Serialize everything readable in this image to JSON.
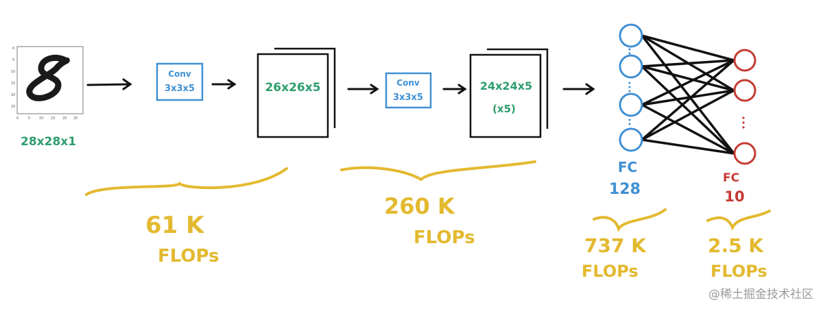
{
  "colors": {
    "green": "#2e9d6e",
    "blue": "#3f8fd2",
    "red": "#c43a32",
    "yellow": "#e3b92f",
    "ink": "#111111"
  },
  "input": {
    "label": "28x28x1",
    "axis_ticks_y": [
      "0",
      "5",
      "10",
      "15",
      "20",
      "25"
    ],
    "axis_ticks_x": [
      "0",
      "5",
      "10",
      "15",
      "20",
      "25"
    ]
  },
  "conv1": {
    "line1": "Conv",
    "line2": "3x3x5"
  },
  "feature1": {
    "label": "26x26x5"
  },
  "conv2": {
    "line1": "Conv",
    "line2": "3x3x5"
  },
  "feature2": {
    "label": "24x24x5",
    "sublabel": "(x5)"
  },
  "fc1": {
    "line1": "FC",
    "line2": "128"
  },
  "fc2": {
    "line1": "FC",
    "line2": "10"
  },
  "flops": {
    "conv1_value": "61 K",
    "conv1_unit": "FLOPs",
    "conv2_value": "260 K",
    "conv2_unit": "FLOPs",
    "fc1_value": "737 K",
    "fc1_unit": "FLOPs",
    "fc2_value": "2.5 K",
    "fc2_unit": "FLOPs"
  },
  "watermark": "@稀土掘金技术社区"
}
